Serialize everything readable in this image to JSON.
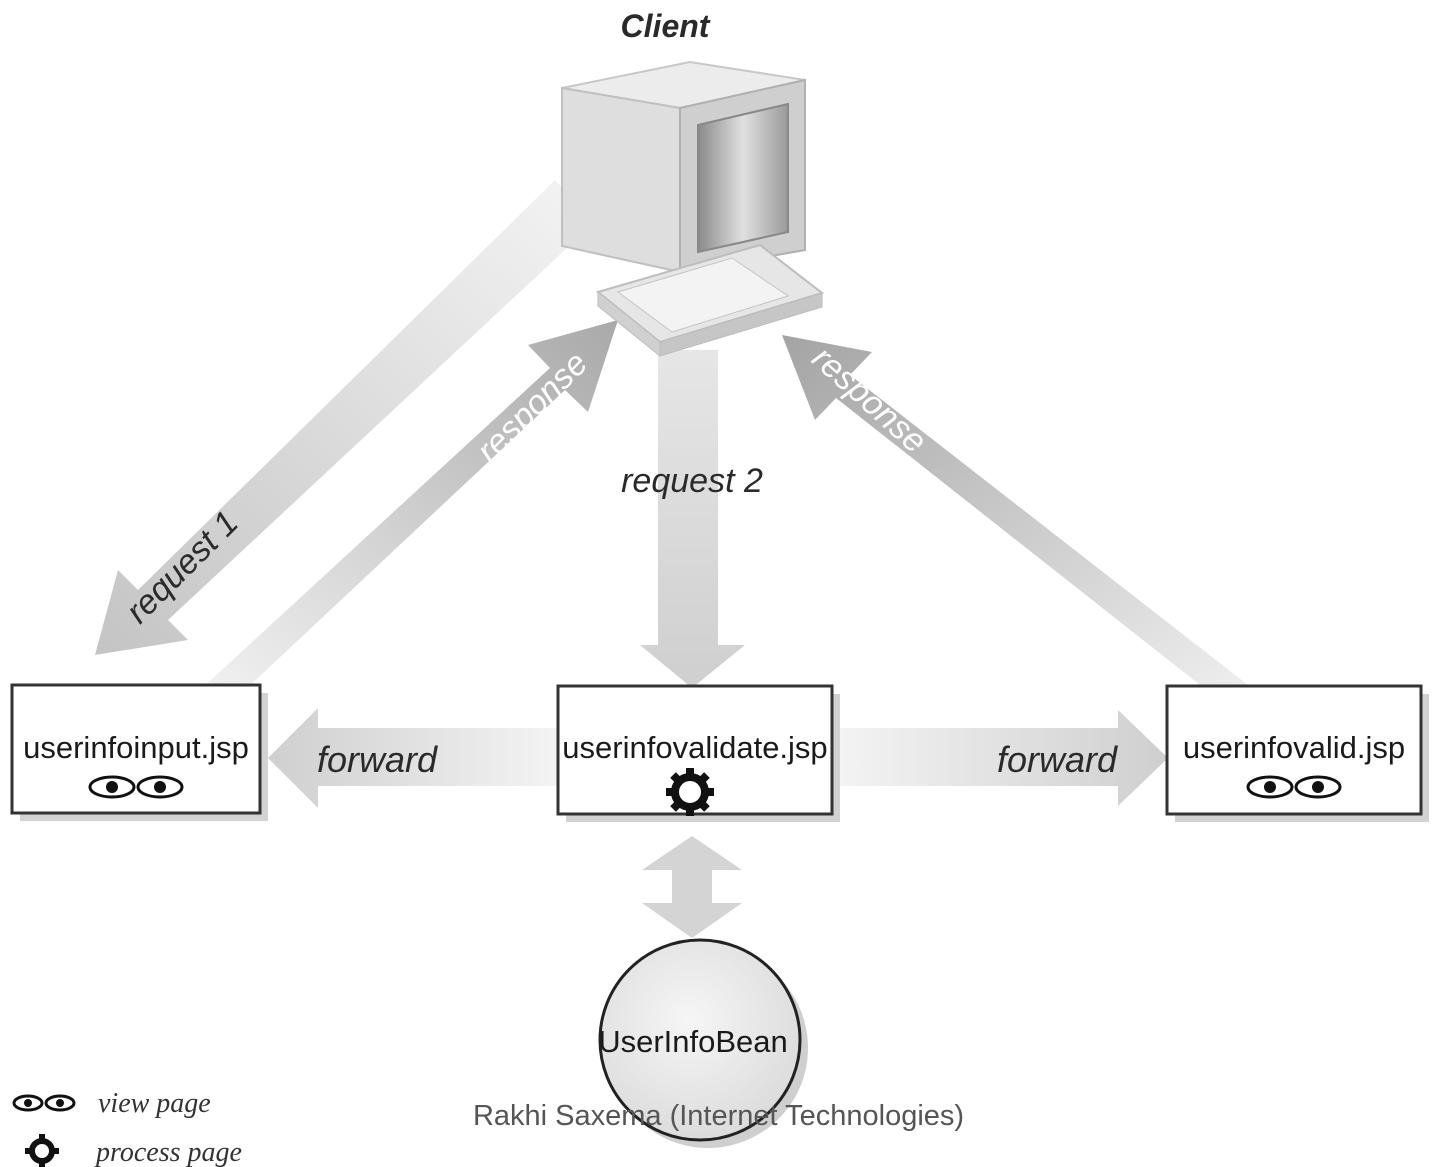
{
  "client": {
    "title": "Client"
  },
  "arrows": {
    "request1": "request 1",
    "response_left": "response",
    "request2": "request 2",
    "response_right": "response",
    "forward_left": "forward",
    "forward_right": "forward"
  },
  "boxes": {
    "input": {
      "label": "userinfoinput.jsp",
      "kind": "view page"
    },
    "validate": {
      "label": "userinfovalidate.jsp",
      "kind": "process page"
    },
    "valid": {
      "label": "userinfovalid.jsp",
      "kind": "view page"
    }
  },
  "bean": {
    "label": "UserInfoBean"
  },
  "legend": {
    "view": "view page",
    "process": "process page"
  },
  "footer": {
    "text": "Rakhi Saxema (Internet Technologies)"
  },
  "colors": {
    "arrow_dark": "#b8b8b8",
    "arrow_light": "#eeeeee",
    "box_border": "#333333",
    "bean_fill": "#eaeaea"
  }
}
